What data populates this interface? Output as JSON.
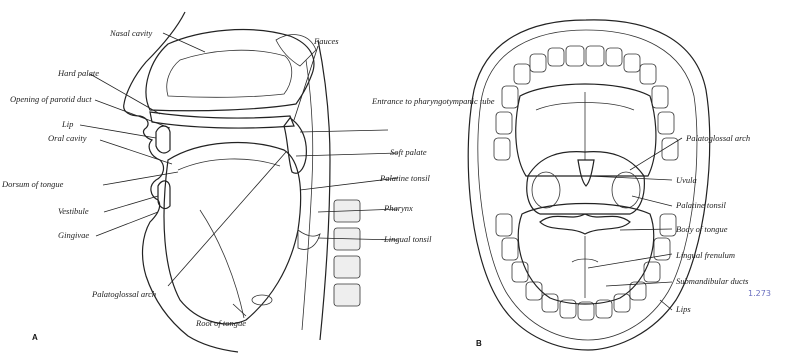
{
  "panel_a": {
    "letter": "A",
    "labels": {
      "nasal_cavity": "Nasal cavity",
      "fauces": "Fauces",
      "hard_palate": "Hard palate",
      "opening_parotid_duct": "Opening of parotid duct",
      "lip": "Lip",
      "oral_cavity": "Oral cavity",
      "dorsum_of_tongue": "Dorsum of tongue",
      "vestibule": "Vestibule",
      "gingivae": "Gingivae",
      "entrance_pharyngotympanic_tube": "Entrance to pharyngotympanic tube",
      "soft_palate": "Soft palate",
      "palatine_tonsil": "Palatine tonsil",
      "pharynx": "Pharynx",
      "lingual_tonsil": "Lingual tonsil",
      "palatoglossal_arch": "Palatoglossal arch",
      "root_of_tongue": "Root of tongue"
    }
  },
  "panel_b": {
    "letter": "B",
    "labels": {
      "palatoglossal_arch": "Palatoglossal arch",
      "uvula": "Uvula",
      "palatine_tonsil": "Palatine tonsil",
      "body_of_tongue": "Body of tongue",
      "lingual_frenulum": "Lingual frenulum",
      "submandibular_ducts": "Submandibular ducts",
      "lips": "Lips"
    },
    "handwriting": "1.273"
  }
}
